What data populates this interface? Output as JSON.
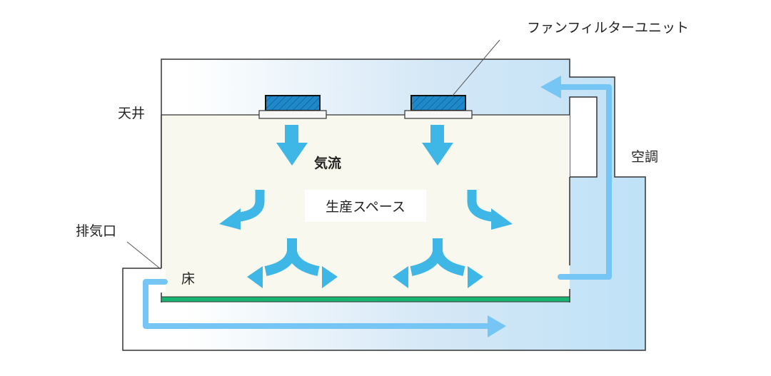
{
  "diagram": {
    "title": "クリーンルーム気流図",
    "labels": {
      "ffu": "ファンフィルターユニット",
      "ceiling": "天井",
      "airflow": "気流",
      "production_space": "生産スペース",
      "exhaust": "排気口",
      "floor": "床",
      "hvac": "空調"
    },
    "colors": {
      "outline": "#333333",
      "production_bg": "#f8f8ee",
      "duct_light": "#ffffff",
      "duct_blue": "#bfe2f7",
      "ffu_fill": "#1e88c8",
      "arrow_air": "#3fb7e6",
      "duct_arrow": "#76c6f5",
      "floor_green": "#17b472"
    }
  }
}
